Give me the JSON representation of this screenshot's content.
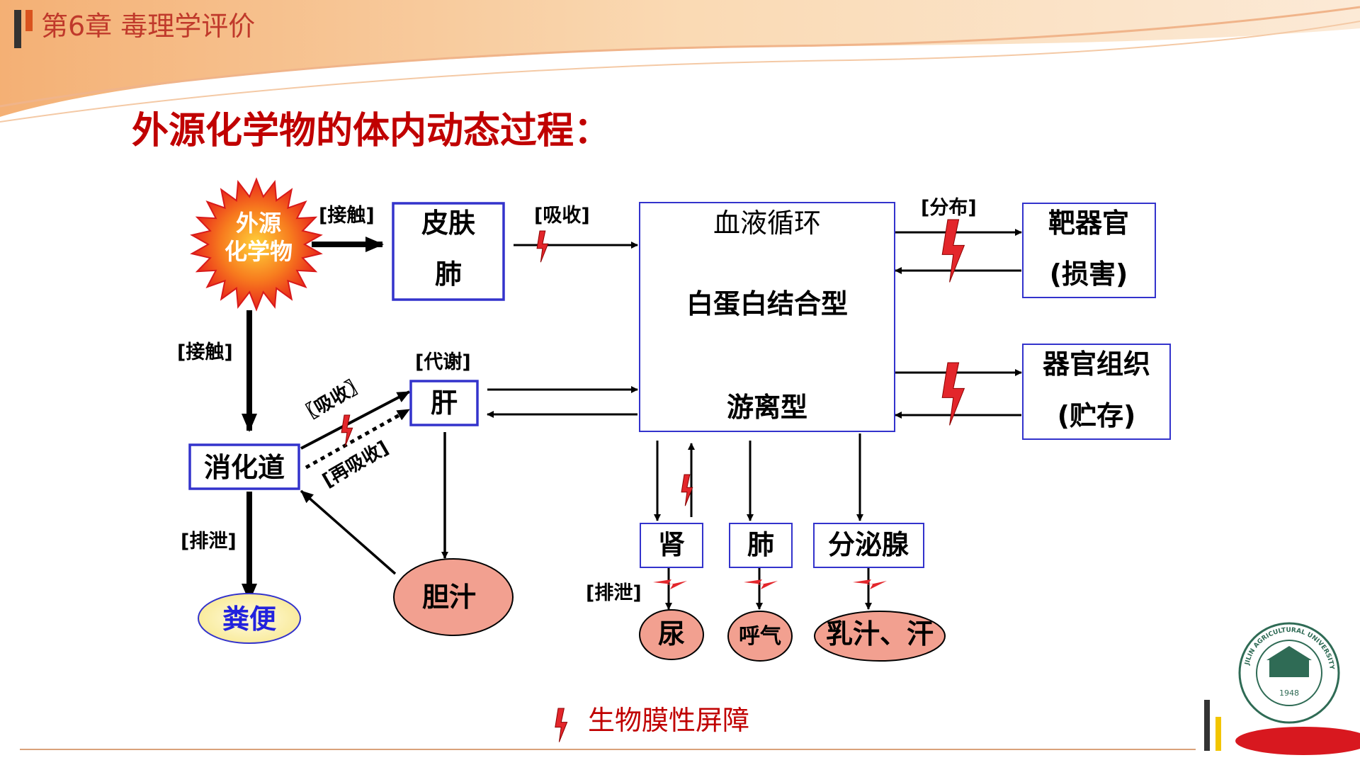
{
  "header": {
    "chapter": "第6章  毒理学评价"
  },
  "title": "外源化学物的体内动态过程：",
  "source": {
    "line1": "外源",
    "line2": "化学物"
  },
  "labels": {
    "contact_top": "[接触]",
    "contact_left": "[接触]",
    "absorb_top": "[吸收]",
    "metab": "[代谢]",
    "absorb_diag": "〖吸收〗",
    "reabsorb": "[再吸收]",
    "excrete_left": "[排泄]",
    "distribute": "[分布]",
    "excrete_right": "[排泄]"
  },
  "boxes": {
    "skin": "皮肤",
    "lung": "肺",
    "blood": "血液循环",
    "bound": "白蛋白结合型",
    "free": "游离型",
    "target_name": "靶器官",
    "target_sub": "(损害)",
    "storage_name": "器官组织",
    "storage_sub": "(贮存)",
    "gi": "消化道",
    "liver": "肝",
    "kidney": "肾",
    "lung2": "肺",
    "gland": "分泌腺"
  },
  "outputs": {
    "feces": "粪便",
    "bile": "胆汁",
    "urine": "尿",
    "breath": "呼气",
    "milk": "乳汁、汗"
  },
  "legend": {
    "text": "生物膜性屏障"
  },
  "logo": {
    "year": "1948",
    "ring_text": "JILIN AGRICULTURAL UNIVERSITY"
  },
  "colors": {
    "title": "#c00000",
    "box_border": "#3333cc",
    "barrier": "#e3262b",
    "output_fill": "#f2a090",
    "feces_fill": "#fdf2b5",
    "feces_text": "#2222dd"
  }
}
